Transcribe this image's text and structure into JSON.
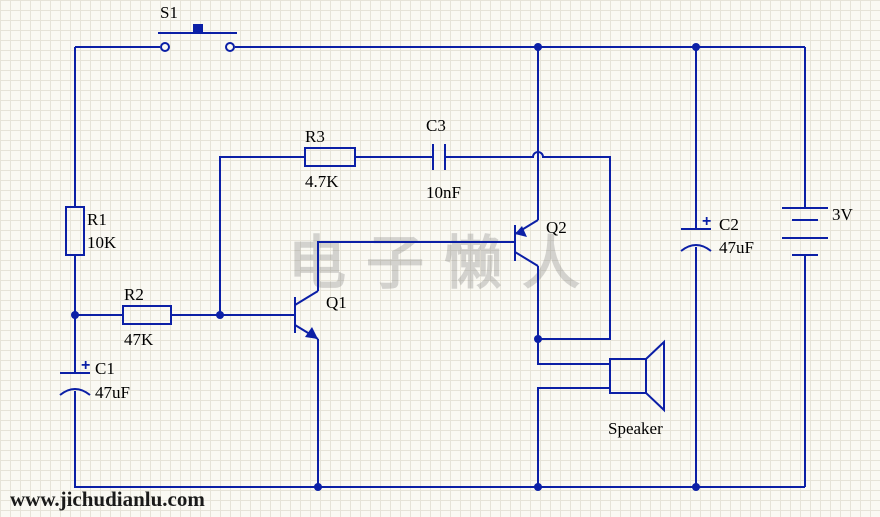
{
  "components": {
    "s1": {
      "ref": "S1"
    },
    "r1": {
      "ref": "R1",
      "value": "10K"
    },
    "r2": {
      "ref": "R2",
      "value": "47K"
    },
    "r3": {
      "ref": "R3",
      "value": "4.7K"
    },
    "c1": {
      "ref": "C1",
      "value": "47uF"
    },
    "c2": {
      "ref": "C2",
      "value": "47uF"
    },
    "c3": {
      "ref": "C3",
      "value": "10nF"
    },
    "q1": {
      "ref": "Q1"
    },
    "q2": {
      "ref": "Q2"
    },
    "speaker": {
      "label": "Speaker"
    },
    "battery": {
      "value": "3V"
    }
  },
  "polarity_mark": "+",
  "watermark": "电子懒人",
  "footer_url": "www.jichudianlu.com",
  "colors": {
    "wire": "#0b1fa6",
    "grid": "#e6e3d8",
    "background": "#faf9f3"
  }
}
